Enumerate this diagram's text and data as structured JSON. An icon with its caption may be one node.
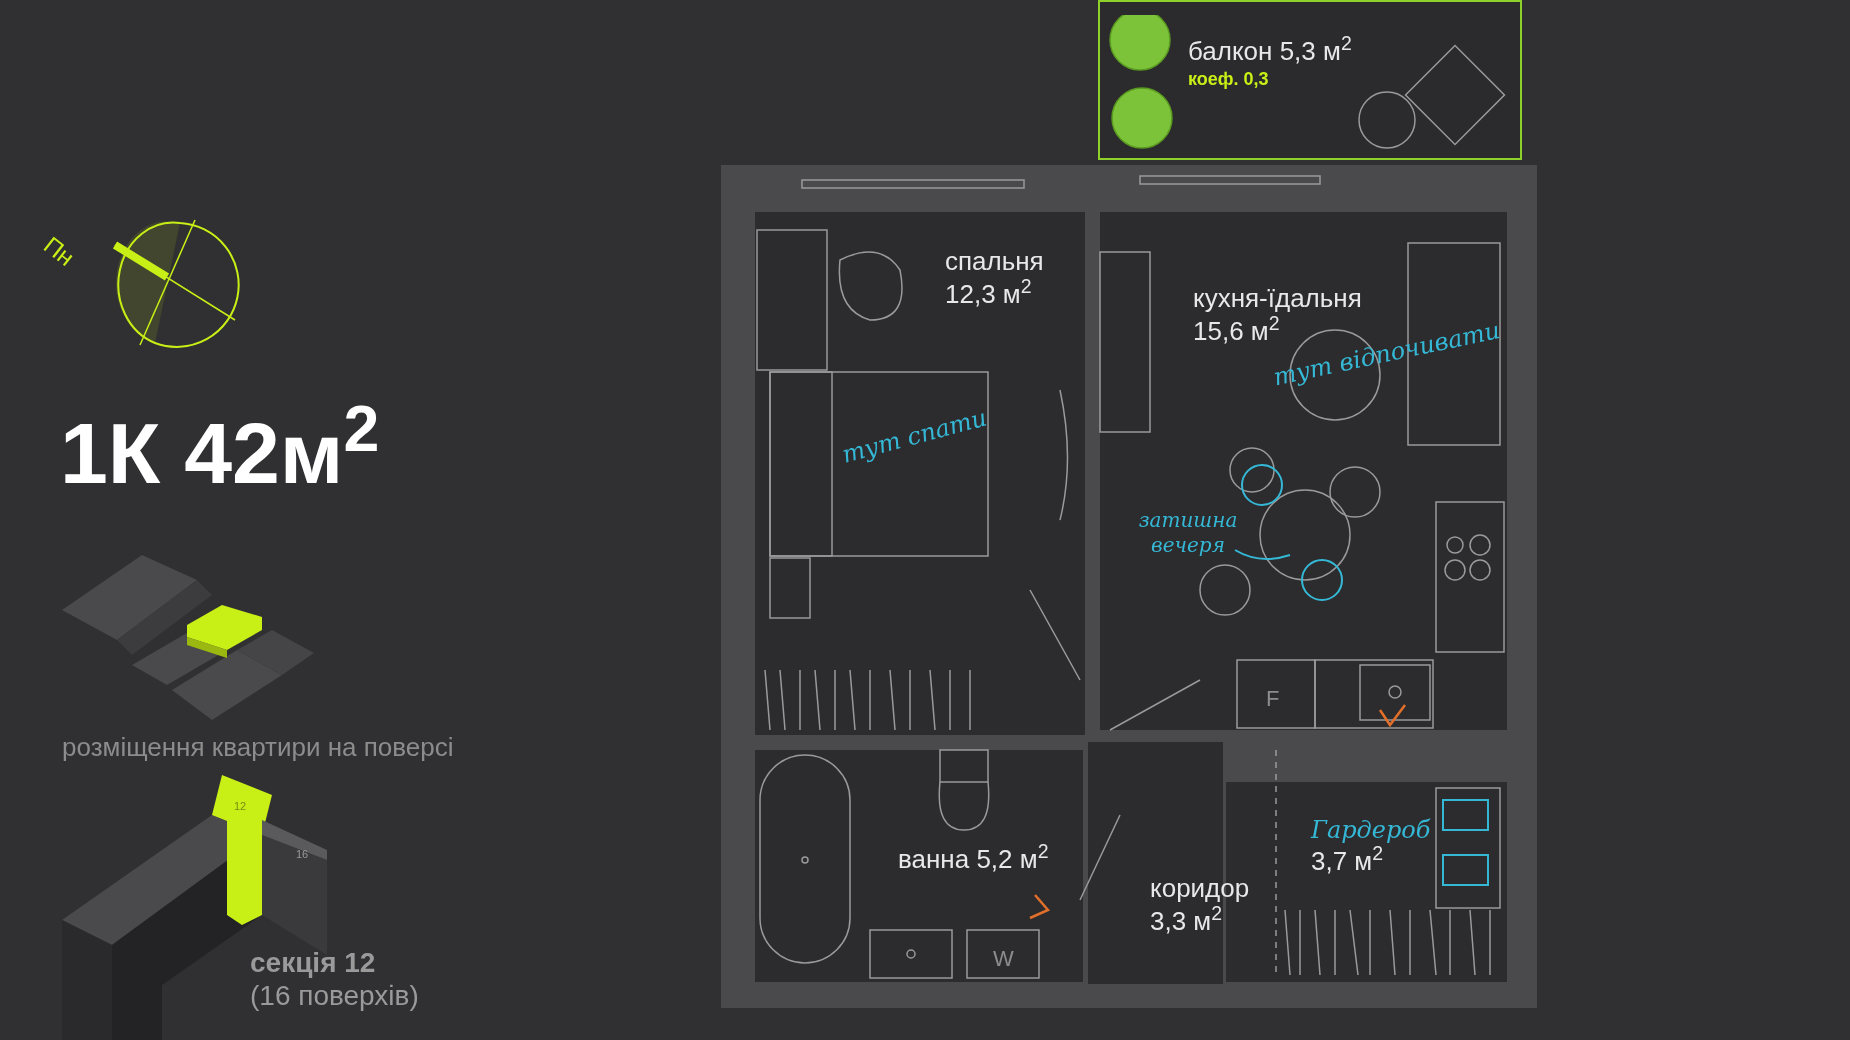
{
  "diagram": {
    "nodes": [
      {
        "text": [
          "балкон 5,3 м$^{2}$",
          "коеф. 0,3"
        ]
      },
      {
        "text": [
          "спальня",
          "12,3 м$^{2}$"
        ]
      },
      {
        "text": [
          "кухня-їдальня",
          "15,6 м$^{2}$"
        ]
      },
      {
        "text": [
          "ванна 5,2 м$^{2}$"
        ]
      },
      {
        "text": [
          "коридор",
          "3,3 м$^{2}$"
        ]
      },
      {
        "text": [
          "Гардероб",
          "3,7 м$^{2}$"
        ]
      }
    ],
    "edges": [],
    "labels": [
      "Пн",
      "1К 42м$^{2}$",
      "розміщення квартири на поверсі",
      "12",
      "16",
      "секція 12",
      "(16 поверхів)",
      "тут спати",
      "тут відпочивати",
      "затишна вечеря",
      "F",
      "W"
    ]
  }
}
